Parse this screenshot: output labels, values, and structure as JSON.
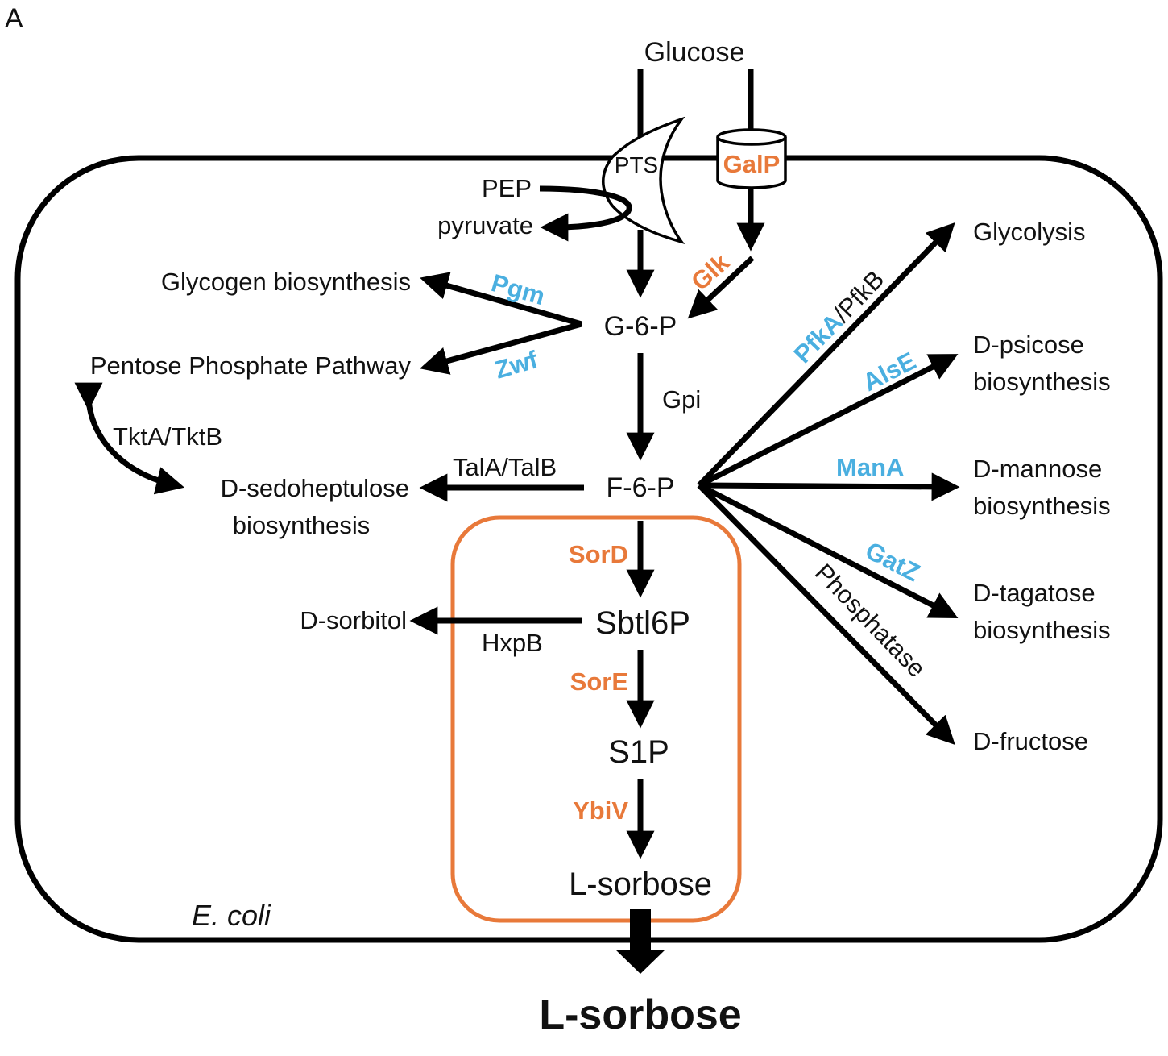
{
  "panel_label": "A",
  "organism": "E. coli",
  "colors": {
    "heterologous_enzyme": "#e8793a",
    "knockout_enzyme": "#4aafe0",
    "default": "#000000"
  },
  "metabolites": {
    "glucose": "Glucose",
    "pep": "PEP",
    "pyruvate": "pyruvate",
    "g6p": "G-6-P",
    "f6p": "F-6-P",
    "sbtl6p": "Sbtl6P",
    "s1p": "S1P",
    "lsorbose_inner": "L-sorbose",
    "lsorbose_final": "L-sorbose",
    "d_sorbitol": "D-sorbitol"
  },
  "transporters": {
    "pts": "PTS",
    "galp": "GalP"
  },
  "enzymes": {
    "glk": "Glk",
    "pgm": "Pgm",
    "zwf": "Zwf",
    "gpi": "Gpi",
    "tkt": "TktA/TktB",
    "tal": "TalA/TalB",
    "sord": "SorD",
    "sore": "SorE",
    "ybiv": "YbiV",
    "hxpb": "HxpB",
    "pfka": "PfkA",
    "pfk_sep": "/",
    "pfkb": "PfkB",
    "alse": "AlsE",
    "mana": "ManA",
    "gatz": "GatZ",
    "phosphatase": "Phosphatase"
  },
  "pathways": {
    "glycogen": "Glycogen biosynthesis",
    "ppp": "Pentose Phosphate Pathway",
    "sedo_1": "D-sedoheptulose",
    "sedo_2": "biosynthesis",
    "glycolysis": "Glycolysis",
    "psicose_1": "D-psicose",
    "psicose_2": "biosynthesis",
    "mannose_1": "D-mannose",
    "mannose_2": "biosynthesis",
    "tagatose_1": "D-tagatose",
    "tagatose_2": "biosynthesis",
    "fructose": "D-fructose"
  }
}
